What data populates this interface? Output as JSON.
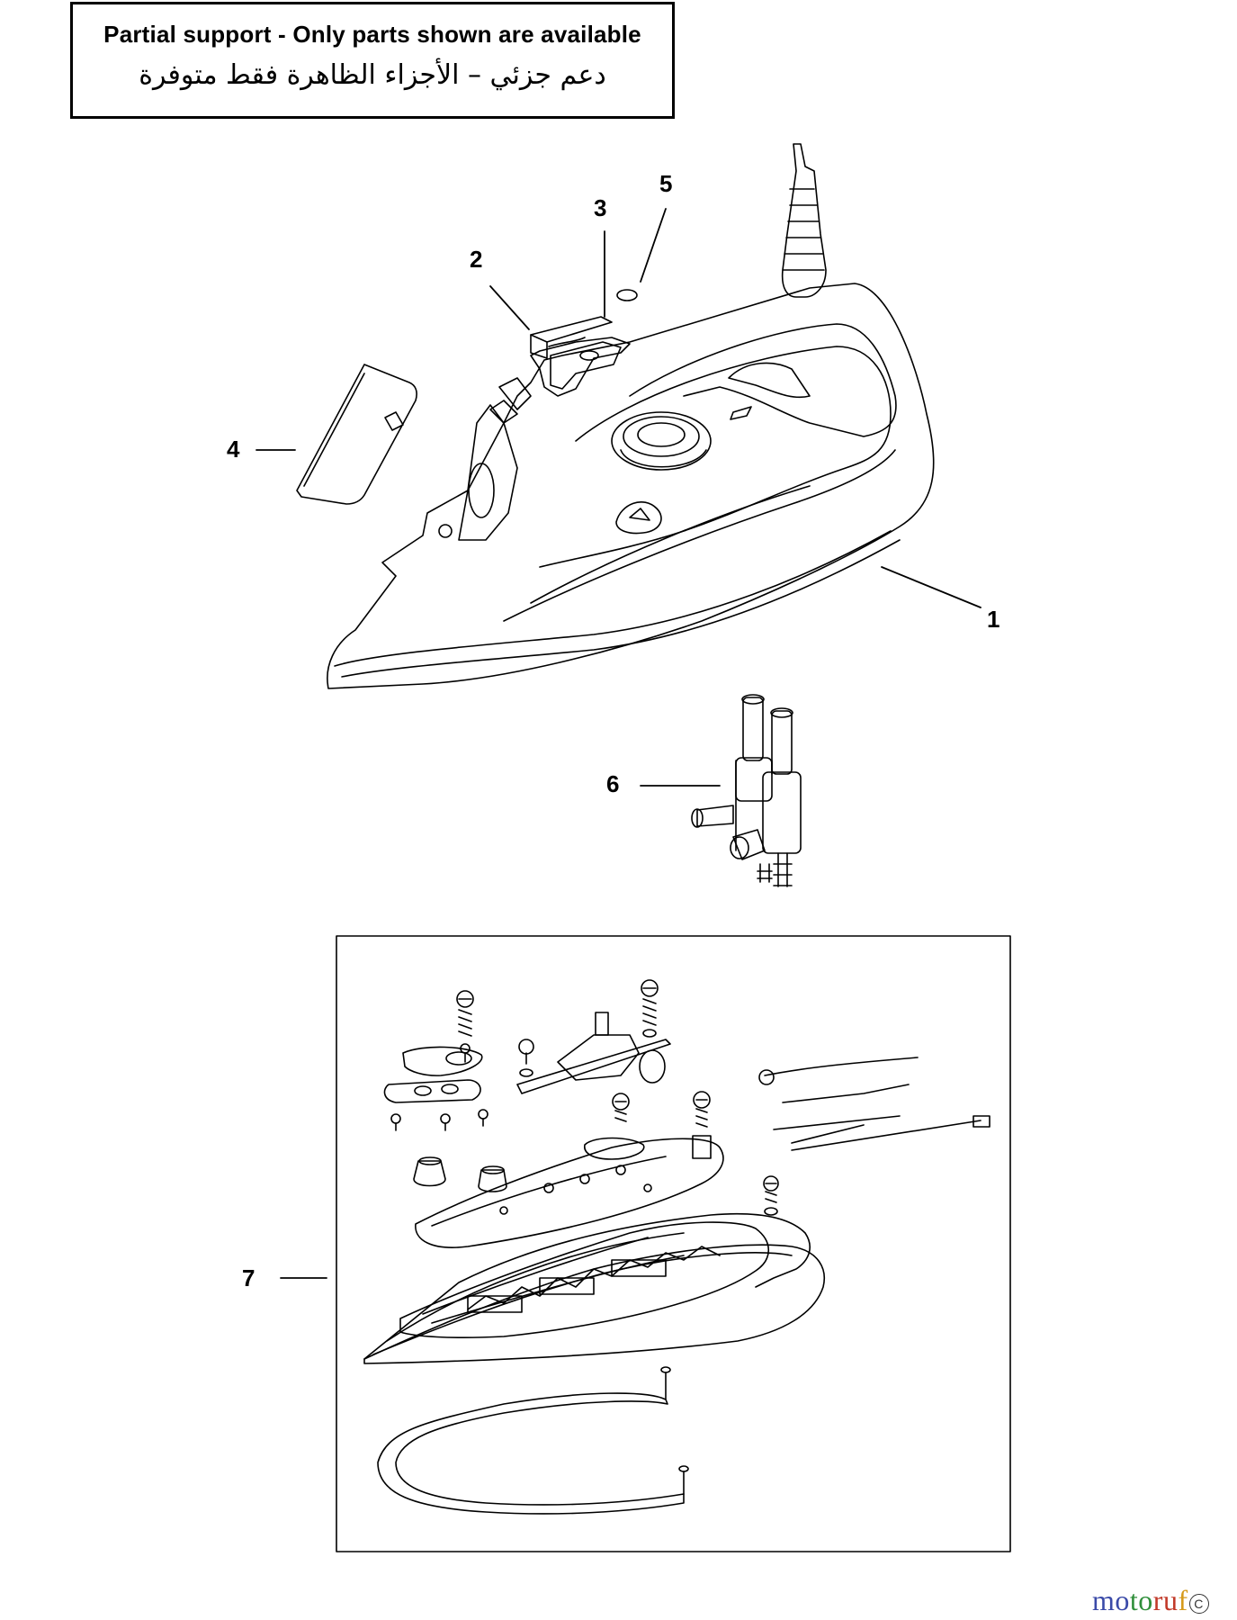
{
  "notice": {
    "english": "Partial support - Only parts shown are available",
    "arabic": "دعم جزئي – الأجزاء الظاهرة فقط متوفرة"
  },
  "callouts": [
    "1",
    "2",
    "3",
    "4",
    "5",
    "6",
    "7"
  ],
  "watermark": {
    "part1": "mo",
    "part2": "to",
    "part3": "ru",
    "part4": "f",
    "copyright": "C"
  },
  "colors": {
    "line": "#000000",
    "background": "#ffffff"
  }
}
